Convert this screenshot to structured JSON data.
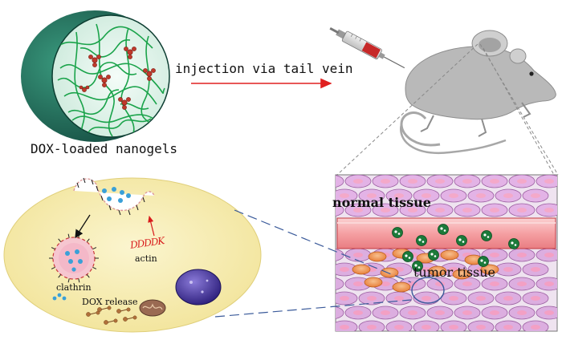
{
  "labels": {
    "nanogel": "DOX-loaded nanogels",
    "injection": "injection via tail vein",
    "normal_tissue": "normal tissue",
    "tumor_tissue": "tumor tissue",
    "clathrin": "clathrin",
    "dox_release": "DOX release",
    "actin": "actin",
    "actin_glyph": "DDDDK"
  },
  "colors": {
    "nanogel_shell": "#1f6b57",
    "nanogel_core": "#dff3ea",
    "polymer": "#1aa34a",
    "drug": "#c0392b",
    "arrow_red": "#e02020",
    "cell": "#f7efb4",
    "vessel": "#f6a3a6",
    "tissue": "#d6a0d8",
    "mouse": "#b7b7b7",
    "dash": "#3a5a9a"
  }
}
